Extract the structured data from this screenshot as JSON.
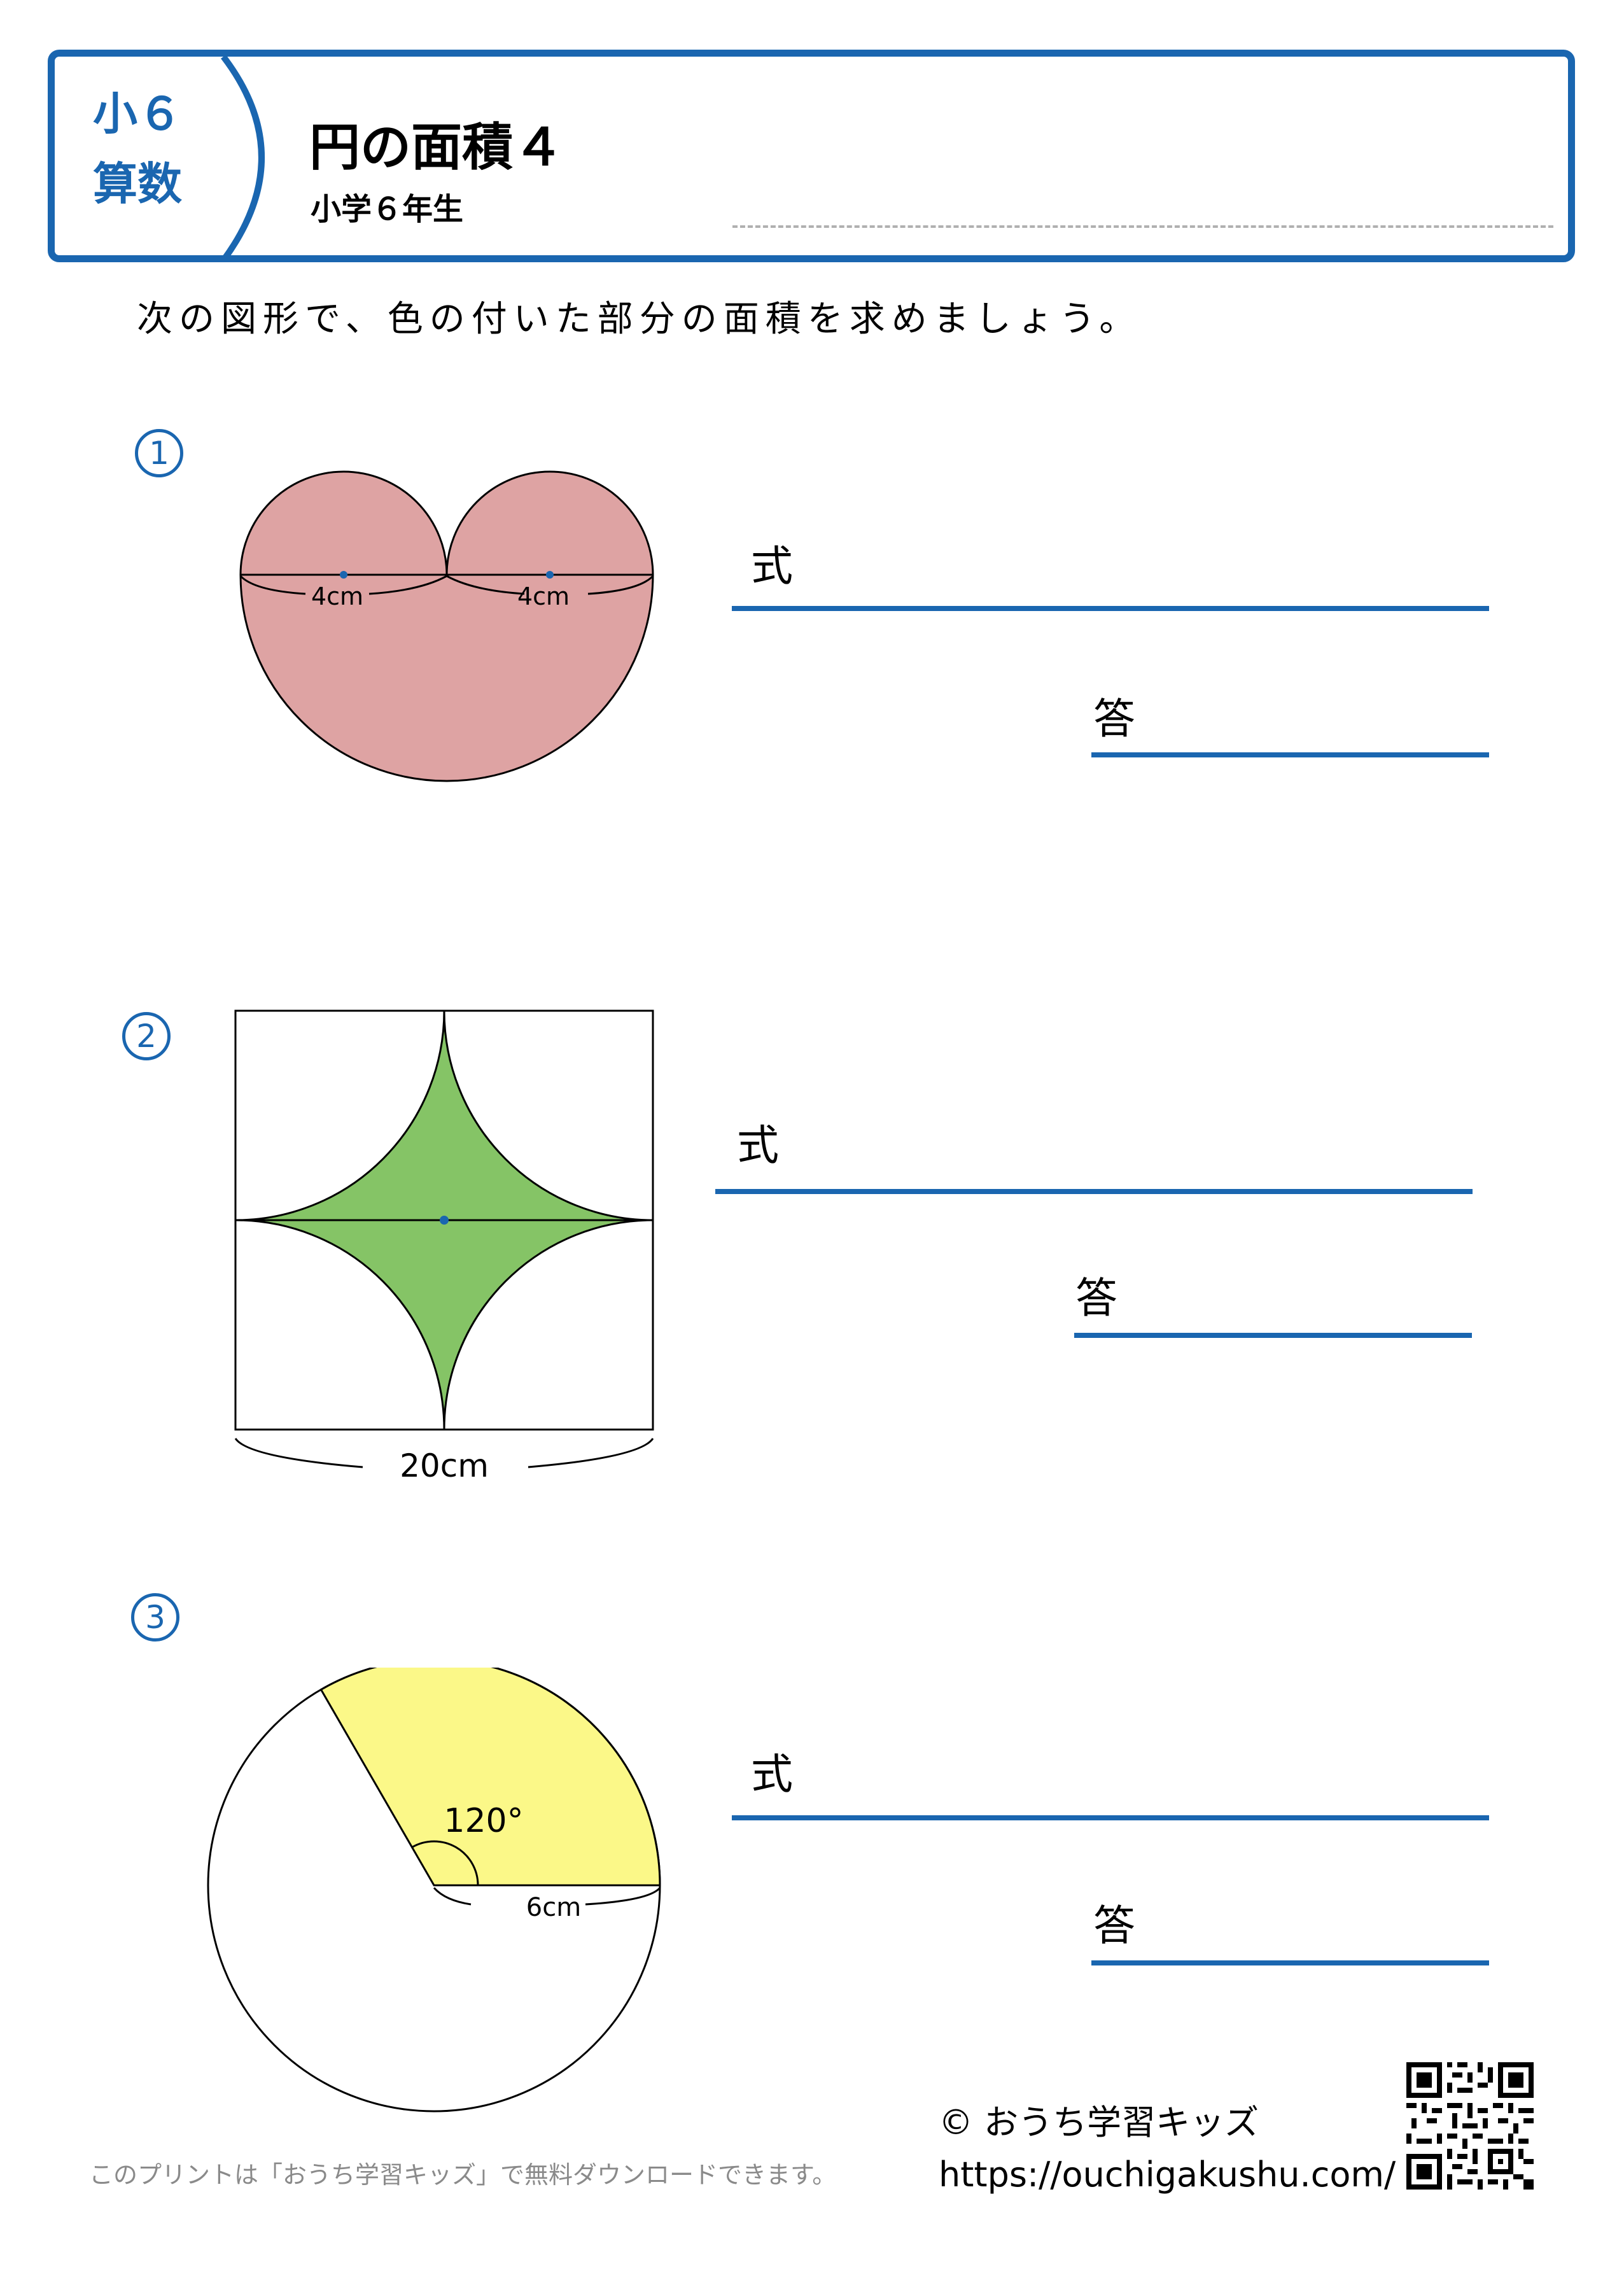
{
  "header": {
    "grade": "小６",
    "subject": "算数",
    "title": "円の面積４",
    "subtitle": "小学６年生"
  },
  "instruction": "次の図形で、色の付いた部分の面積を求めましょう。",
  "problems": [
    {
      "number": "1",
      "left_label": "4cm",
      "right_label": "4cm",
      "fill_color": "#dea3a3",
      "formula_label": "式",
      "answer_label": "答"
    },
    {
      "number": "2",
      "side_label": "20cm",
      "fill_color": "#85c466",
      "formula_label": "式",
      "answer_label": "答"
    },
    {
      "number": "3",
      "angle_label": "120°",
      "radius_label": "6cm",
      "fill_color": "#fbf888",
      "formula_label": "式",
      "answer_label": "答"
    }
  ],
  "footer": {
    "note": "このプリントは「おうち学習キッズ」で無料ダウンロードできます。",
    "copyright": "© おうち学習キッズ",
    "url": "https://ouchigakushu.com/"
  },
  "colors": {
    "accent": "#1a66b0",
    "point": "#1a66b0"
  }
}
